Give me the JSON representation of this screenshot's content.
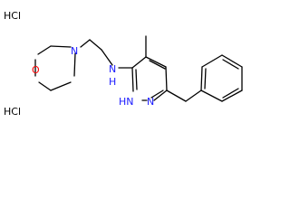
{
  "molecule": {
    "salts": [
      "HCl",
      "HCl"
    ],
    "atoms": {
      "morpholine_oxygen": "O",
      "morpholine_nitrogen": "N",
      "amine_nitrogen": "N",
      "amine_hydrogen": "H",
      "ring_nitrogen_nh": "HN",
      "ring_nitrogen": "N"
    }
  }
}
